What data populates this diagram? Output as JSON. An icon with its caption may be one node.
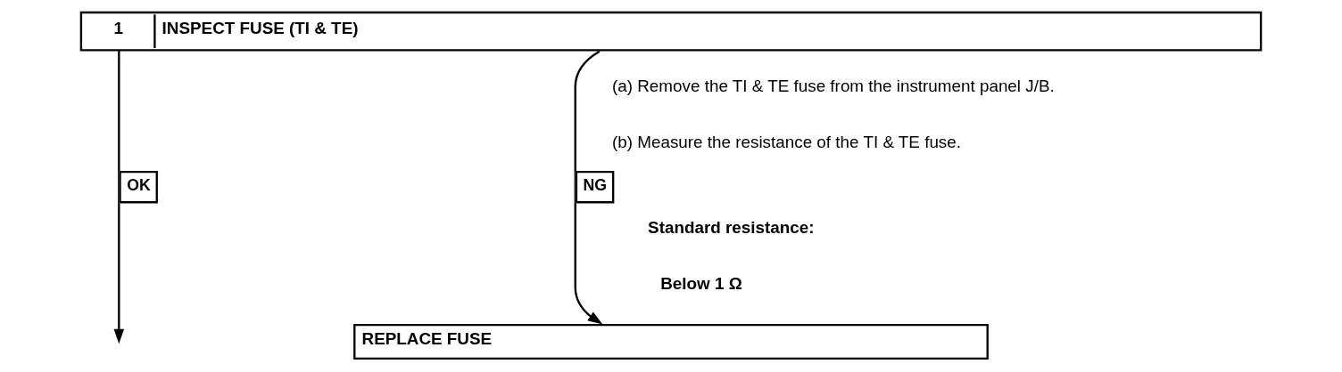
{
  "diagram": {
    "nodes": [
      {
        "text": [
          "1",
          "INSPECT FUSE (TI & TE)"
        ]
      },
      {
        "text": [
          "REPLACE FUSE"
        ]
      }
    ],
    "edges": [
      {
        "from": 0,
        "to": 1,
        "arrow": "to",
        "label": "NG"
      },
      {
        "from": 0,
        "to": null,
        "arrow": "to",
        "label": "OK"
      }
    ],
    "labels": [
      "(a) Remove the TI & TE fuse from the instrument panel J/B.",
      "(b) Measure the resistance of the TI & TE fuse.",
      "Standard resistance:",
      "Below 1 Ω"
    ]
  }
}
